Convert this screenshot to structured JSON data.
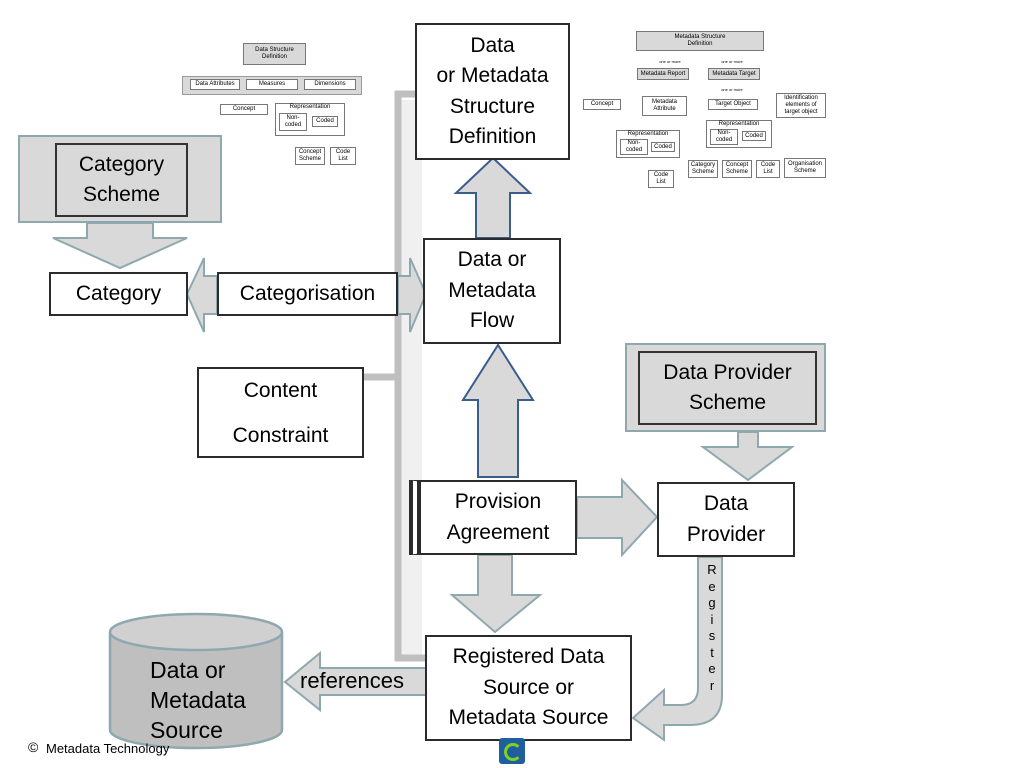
{
  "nodes": {
    "dsd": "Data\nor Metadata\nStructure\nDefinition",
    "flow": "Data or\nMetadata\nFlow",
    "category_scheme": "Category\nScheme",
    "category": "Category",
    "categorisation": "Categorisation",
    "content_constraint_1": "Content",
    "content_constraint_2": "Constraint",
    "provision_agreement": "Provision\nAgreement",
    "data_provider_scheme": "Data Provider\nScheme",
    "data_provider": "Data\nProvider",
    "registered_source": "Registered Data\nSource or\nMetadata Source",
    "source_cylinder": "Data or\nMetadata\nSource"
  },
  "labels": {
    "references": "references",
    "register": "R\ne\ng\ni\ns\nt\ne\nr"
  },
  "footer": {
    "copyright_symbol": "©",
    "text": "Metadata Technology"
  },
  "thumb_dsd": {
    "root": "Data Structure\nDefinition",
    "attrs": "Data Attributes",
    "measures": "Measures",
    "dimensions": "Dimensions",
    "concept": "Concept",
    "representation": "Representation",
    "noncoded": "Non-\ncoded",
    "coded": "Coded",
    "concept_scheme": "Concept\nScheme",
    "code_list": "Code\nList"
  },
  "thumb_msd": {
    "root": "Metadata Structure\nDefinition",
    "one_or_more_1": "one or more",
    "one_or_more_2": "one or more",
    "report": "Metadata Report",
    "target": "Metadata Target",
    "one_or_more_3": "one or more",
    "concept": "Concept",
    "attribute": "Metadata\nAttribute",
    "target_object": "Target Object",
    "identification": "Identification\nelements of\ntarget object",
    "representation_1": "Representation",
    "noncoded_1": "Non-\ncoded",
    "coded_1": "Coded",
    "representation_2": "Representation",
    "noncoded_2": "Non-\ncoded",
    "coded_2": "Coded",
    "code_list_1": "Code\nList",
    "category_scheme": "Category\nScheme",
    "concept_scheme": "Concept\nScheme",
    "code_list_2": "Code\nList",
    "organisation_scheme": "Organisation\nScheme"
  },
  "colors": {
    "arrow_fill": "#d9d9d9",
    "arrow_stroke": "#8fa8b0",
    "flow_arrow_stroke": "#3b5d8c",
    "connector": "#bfbfbf",
    "cylinder_fill": "#bfbfbf",
    "cylinder_stroke": "#8fa8b0"
  }
}
